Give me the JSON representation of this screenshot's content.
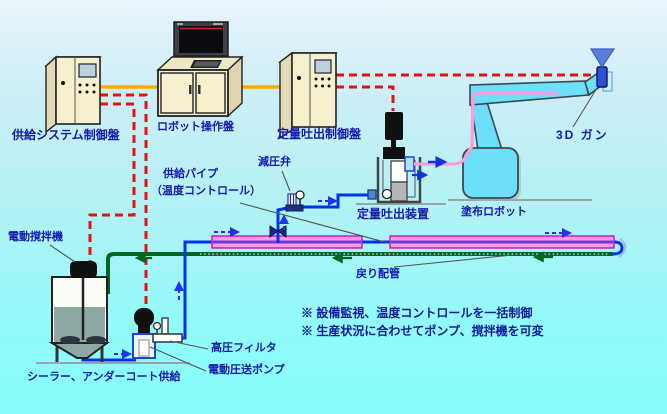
{
  "labels": {
    "supply_panel": "供給システム制御盤",
    "robot_panel": "ロボット操作盤",
    "discharge_panel": "定量吐出制御盤",
    "gun3d": "3D ガン",
    "supply_pipe_line1": "供給パイプ",
    "supply_pipe_line2": "（温度コントロール）",
    "reducing_valve": "減圧弁",
    "metering_device": "定量吐出装置",
    "coating_robot": "塗布ロボット",
    "stirrer": "電動撹拌機",
    "return_pipe": "戻り配管",
    "hp_filter": "高圧フィルタ",
    "feed_pump": "電動圧送ポンプ",
    "sealer_supply": "シーラー、アンダーコート供給"
  },
  "notes": {
    "line1": "※ 設備監視、温度コントロールを一括制御",
    "line2": "※ 生産状況に合わせてポンプ、撹拌機を可変"
  },
  "colors": {
    "control_line_red": "#e81111",
    "signal_line_orange": "#ffaa00",
    "supply_pipe_blue": "#0033ee",
    "insulated_pipe_pink": "#ff9ade",
    "insulation_border_magenta": "#c400c4",
    "return_pipe_green": "#006622",
    "robot_body_cyan": "#6ce0f8",
    "spray_cone_blue": "#5b7fd9",
    "cabinet_cream": "#f6f0ce",
    "label_text_blue": "#1519ad"
  }
}
